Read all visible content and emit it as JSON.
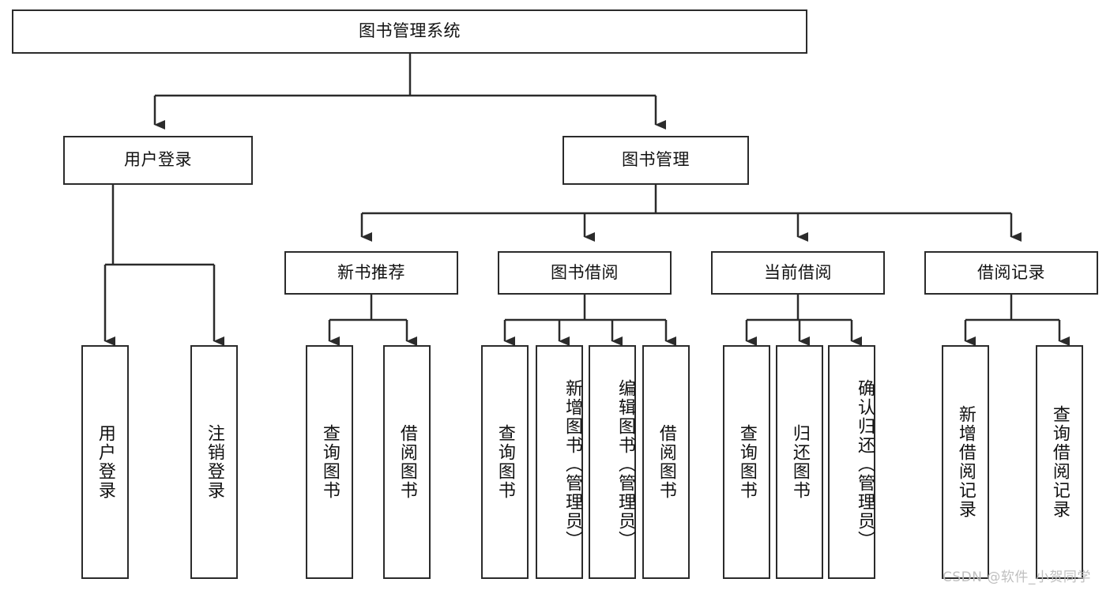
{
  "diagram": {
    "title": "图书管理系统",
    "type": "hierarchy-tree",
    "levels": 4
  },
  "root": {
    "label": "图书管理系统"
  },
  "level2": [
    {
      "label": "用户登录"
    },
    {
      "label": "图书管理"
    }
  ],
  "level3": [
    {
      "label": "新书推荐"
    },
    {
      "label": "图书借阅"
    },
    {
      "label": "当前借阅"
    },
    {
      "label": "借阅记录"
    }
  ],
  "leaves": {
    "user_login": [
      {
        "label": "用户登录"
      },
      {
        "label": "注销登录"
      }
    ],
    "new_book": [
      {
        "label": "查询图书"
      },
      {
        "label": "借阅图书"
      }
    ],
    "book_borrow": [
      {
        "label": "查询图书"
      },
      {
        "label": "新增图书（管理员）"
      },
      {
        "label": "编辑图书（管理员）"
      },
      {
        "label": "借阅图书"
      }
    ],
    "current_borrow": [
      {
        "label": "查询图书"
      },
      {
        "label": "归还图书"
      },
      {
        "label": "确认归还（管理员）"
      }
    ],
    "borrow_record": [
      {
        "label": "新增借阅记录"
      },
      {
        "label": "查询借阅记录"
      }
    ]
  },
  "watermark": {
    "text": "CSDN @软件_小贺同学"
  },
  "colors": {
    "stroke": "#2b2b2b",
    "text": "#111111",
    "background": "#ffffff",
    "watermark": "#bfbfbf"
  }
}
